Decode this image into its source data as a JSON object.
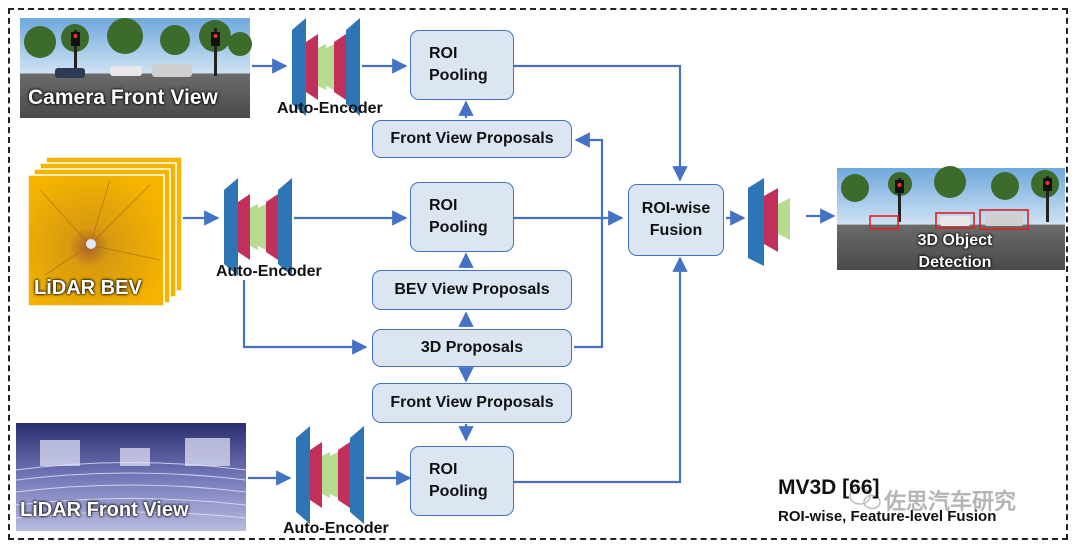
{
  "images": {
    "camera_front_view": "Camera Front View",
    "lidar_bev": "LiDAR BEV",
    "lidar_front_view": "LiDAR Front View",
    "detection": "3D Object Detection"
  },
  "encoders": {
    "top": "Auto-Encoder",
    "middle": "Auto-Encoder",
    "bottom": "Auto-Encoder"
  },
  "boxes": {
    "roi_pooling_top_line1": "ROI",
    "roi_pooling_top_line2": "Pooling",
    "roi_pooling_mid_line1": "ROI",
    "roi_pooling_mid_line2": "Pooling",
    "roi_pooling_bot_line1": "ROI",
    "roi_pooling_bot_line2": "Pooling",
    "front_view_proposals_top": "Front View Proposals",
    "bev_view_proposals": "BEV View Proposals",
    "proposals_3d": "3D  Proposals",
    "front_view_proposals_bottom": "Front View Proposals",
    "fusion_line1": "ROI-wise",
    "fusion_line2": "Fusion"
  },
  "caption": {
    "title": "MV3D [66]",
    "subtitle": "ROI-wise, Feature-level Fusion",
    "watermark": "佐思汽车研究"
  },
  "colors": {
    "accent": "#4472c4",
    "box_fill": "#dce6f3",
    "layer_blue": "#2e75b6",
    "layer_crimson": "#c0305a",
    "layer_green": "#b7dc8f",
    "bev_orange": "#f5b400"
  }
}
